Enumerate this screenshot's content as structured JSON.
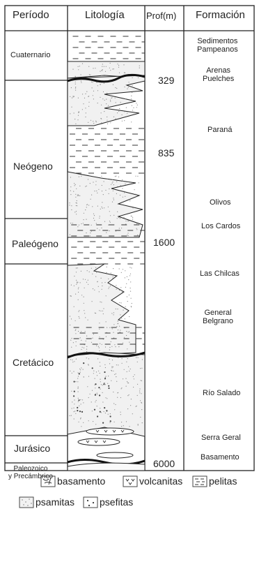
{
  "headers": {
    "period": "Período",
    "lithology": "Litología",
    "depth": "Prof(m)",
    "formation": "Formación"
  },
  "periods": [
    {
      "id": "cuaternario",
      "label": "Cuaternario"
    },
    {
      "id": "neogeno",
      "label": "Neógeno"
    },
    {
      "id": "paleogeno",
      "label": "Paleógeno"
    },
    {
      "id": "cretacico",
      "label": "Cretácico"
    },
    {
      "id": "jurasico",
      "label": "Jurásico"
    },
    {
      "id": "paleozoico",
      "label": "Paleozoico\ny Precámbrico"
    }
  ],
  "depths": [
    "329",
    "835",
    "1600",
    "6000"
  ],
  "formations": [
    {
      "id": "sedimentos-pampeanos",
      "label": "Sedimentos\nPampeanos"
    },
    {
      "id": "arenas-puelches",
      "label": "Arenas\nPuelches"
    },
    {
      "id": "parana",
      "label": "Paraná"
    },
    {
      "id": "olivos",
      "label": "Olivos"
    },
    {
      "id": "los-cardos",
      "label": "Los Cardos"
    },
    {
      "id": "las-chilcas",
      "label": "Las Chilcas"
    },
    {
      "id": "general-belgrano",
      "label": "General\nBelgrano"
    },
    {
      "id": "rio-salado",
      "label": "Río Salado"
    },
    {
      "id": "serra-geral",
      "label": "Serra Geral"
    },
    {
      "id": "basamento",
      "label": "Basamento"
    }
  ],
  "legend": [
    {
      "id": "basamento",
      "label": "basamento"
    },
    {
      "id": "volcanitas",
      "label": "volcanitas"
    },
    {
      "id": "pelitas",
      "label": "pelitas"
    },
    {
      "id": "psamitas",
      "label": "psamitas"
    },
    {
      "id": "psefitas",
      "label": "psefitas"
    }
  ]
}
